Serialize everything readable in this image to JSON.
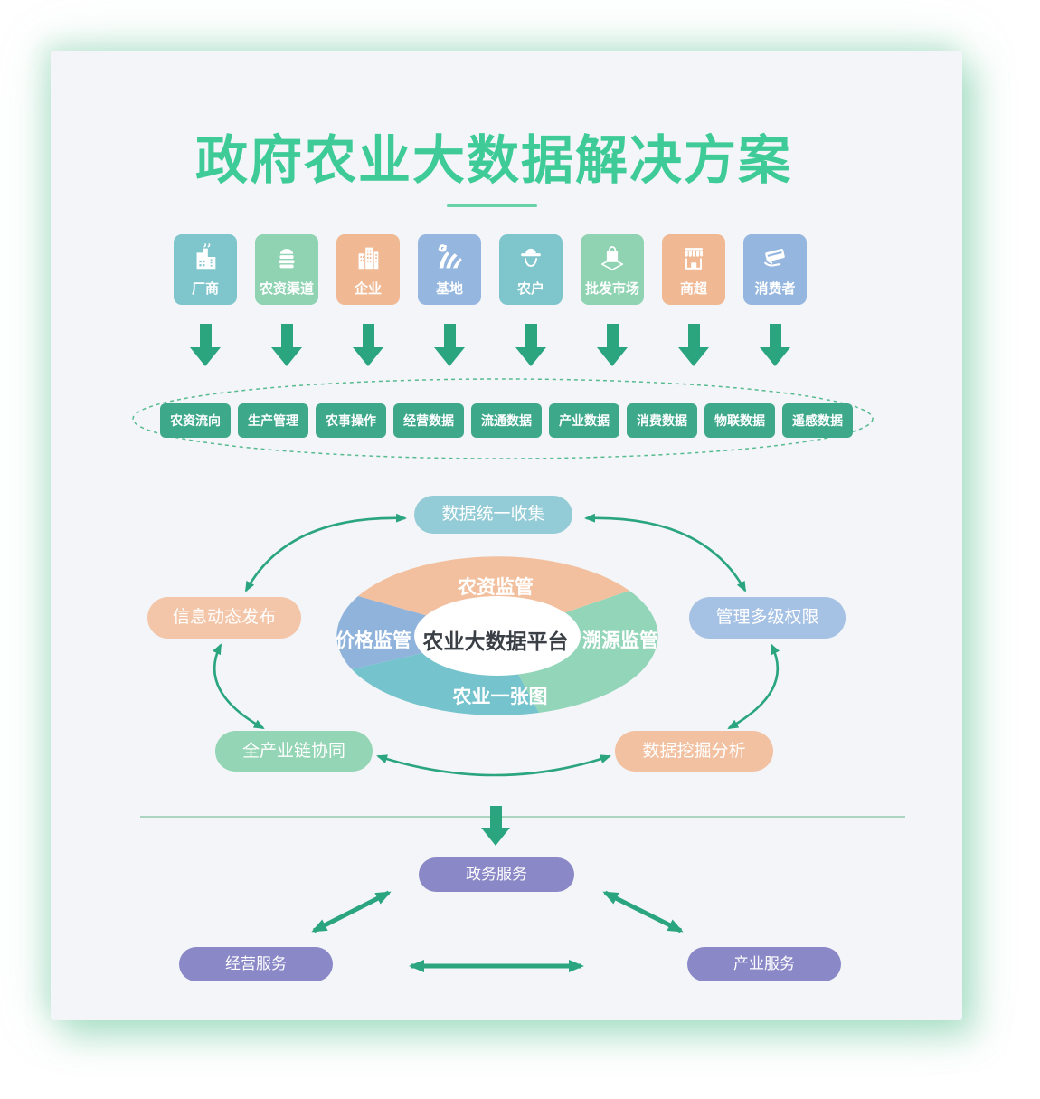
{
  "title": {
    "text": "政府农业大数据解决方案"
  },
  "entities": [
    {
      "label": "厂商",
      "icon": "factory-icon",
      "color": "#7fc5cc"
    },
    {
      "label": "农资渠道",
      "icon": "granary-icon",
      "color": "#8fd3b2"
    },
    {
      "label": "企业",
      "icon": "buildings-icon",
      "color": "#f0b994"
    },
    {
      "label": "基地",
      "icon": "field-icon",
      "color": "#95b7df"
    },
    {
      "label": "农户",
      "icon": "farmer-icon",
      "color": "#7fc5cc"
    },
    {
      "label": "批发市场",
      "icon": "bag-icon",
      "color": "#8fd3b2"
    },
    {
      "label": "商超",
      "icon": "store-icon",
      "color": "#f0b994"
    },
    {
      "label": "消费者",
      "icon": "card-hand-icon",
      "color": "#95b7df"
    }
  ],
  "data_pills": {
    "color": "#3ea88b",
    "items": [
      "农资流向",
      "生产管理",
      "农事操作",
      "经营数据",
      "流通数据",
      "产业数据",
      "消费数据",
      "物联数据",
      "遥感数据"
    ]
  },
  "platform": {
    "center": "农业大数据平台",
    "segments": {
      "top": {
        "label": "农资监管",
        "color": "#f2c09e"
      },
      "left": {
        "label": "价格监管",
        "color": "#90b3dc"
      },
      "right": {
        "label": "溯源监管",
        "color": "#93d5b8"
      },
      "bottom": {
        "label": "农业一张图",
        "color": "#74c3cd"
      }
    },
    "satellites": {
      "top": {
        "label": "数据统一收集",
        "color": "#93ccd6"
      },
      "left": {
        "label": "信息动态发布",
        "color": "#f3c6a9"
      },
      "right": {
        "label": "管理多级权限",
        "color": "#a5c1e3"
      },
      "bottom_left": {
        "label": "全产业链协同",
        "color": "#94d5b5"
      },
      "bottom_right": {
        "label": "数据挖掘分析",
        "color": "#f2c1a2"
      }
    }
  },
  "services": {
    "color": "#8a88c7",
    "top": "政务服务",
    "bottom_left": "经营服务",
    "bottom_right": "产业服务"
  },
  "theme": {
    "title_color": "#3ecb98",
    "arrow_color": "#2aa57e",
    "card_bg": "#f3f5f8"
  }
}
